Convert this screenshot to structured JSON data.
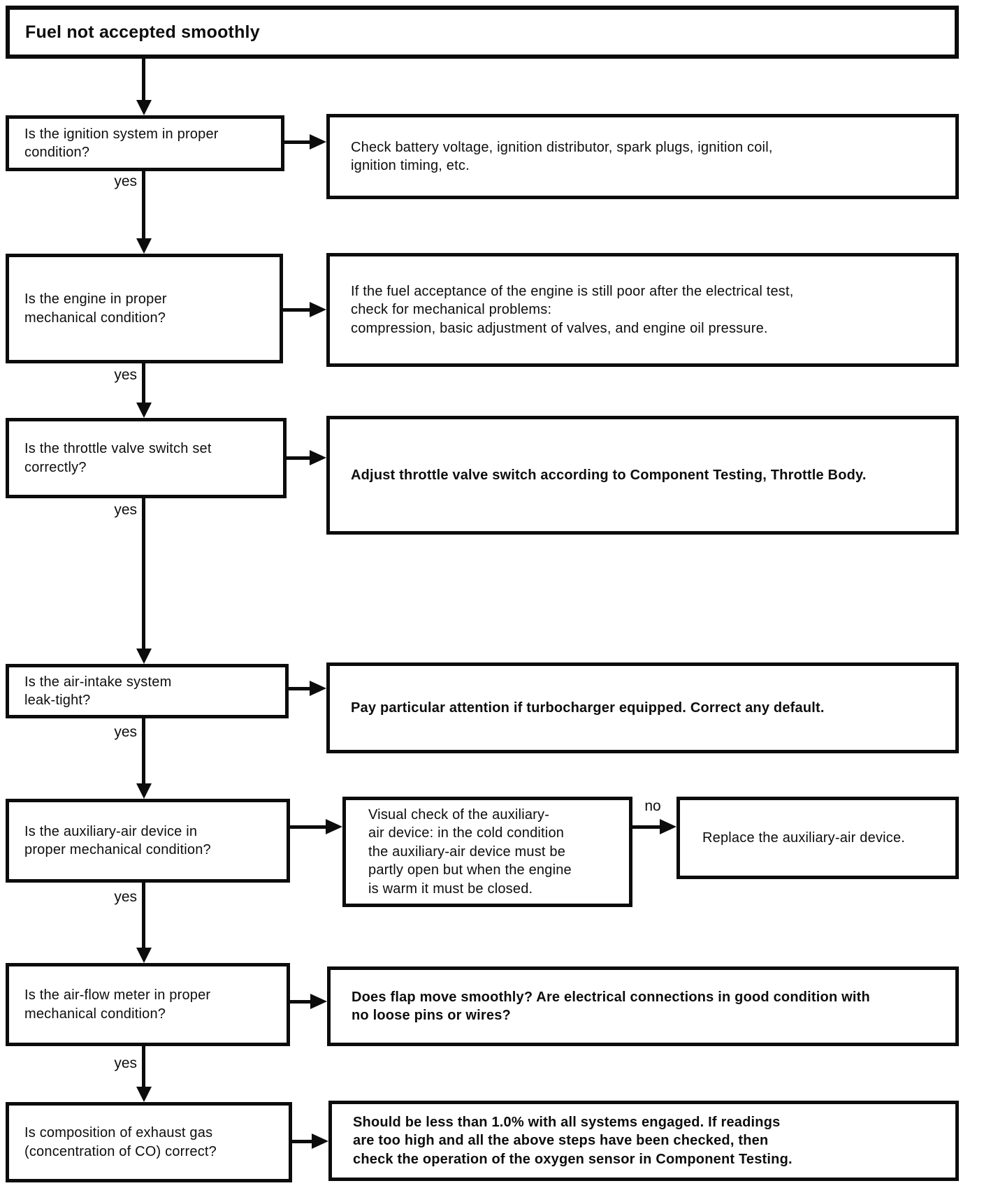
{
  "diagram": {
    "title": "Fuel not accepted smoothly",
    "branch_labels": {
      "yes": "yes",
      "no": "no"
    },
    "steps": [
      {
        "question": "Is the ignition system in proper\ncondition?",
        "action": "Check battery voltage, ignition distributor, spark plugs, ignition coil,\nignition timing, etc."
      },
      {
        "question": "Is the engine in proper\nmechanical condition?",
        "action": "If the fuel acceptance of the engine is still poor after the electrical test,\ncheck for mechanical problems:\ncompression, basic adjustment of valves, and engine oil pressure."
      },
      {
        "question": "Is the throttle valve switch set\ncorrectly?",
        "action": "Adjust throttle valve switch according to Component Testing, Throttle Body."
      },
      {
        "question": "Is the air-intake system\nleak-tight?",
        "action": "Pay particular attention if turbocharger equipped. Correct any default."
      },
      {
        "question": "Is the auxiliary-air device in\nproper mechanical condition?",
        "action": "Visual check of the auxiliary-\nair device: in the cold condition\nthe auxiliary-air device must be\npartly open but when the engine\nis warm it must be closed.",
        "no_action": "Replace the auxiliary-air device."
      },
      {
        "question": "Is the air-flow meter in proper\nmechanical condition?",
        "action": "Does flap move smoothly? Are electrical connections in good condition with\nno loose pins or wires?"
      },
      {
        "question": "Is composition of exhaust gas\n(concentration of CO) correct?",
        "action": "Should be less than 1.0% with all systems engaged. If readings\nare too high and all the above steps have been checked, then\ncheck the operation of the oxygen sensor in Component Testing."
      }
    ]
  }
}
